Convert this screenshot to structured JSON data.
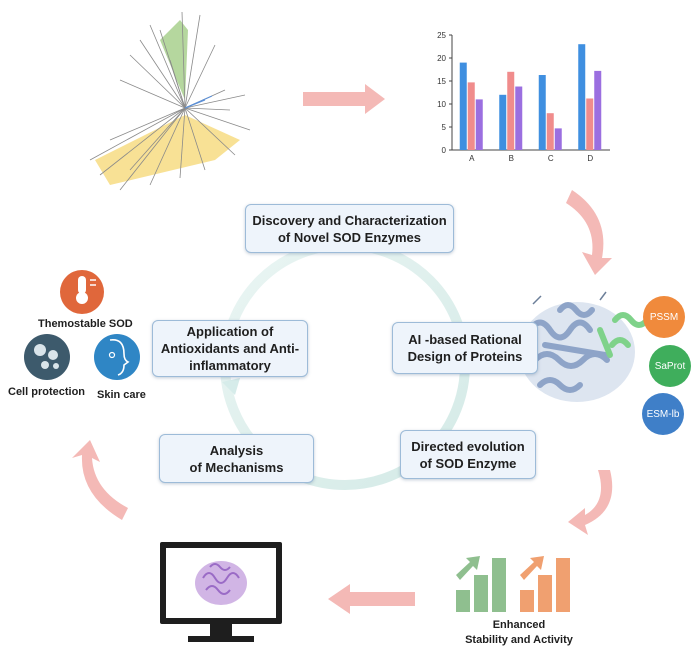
{
  "center_boxes": {
    "discovery": "Discovery and Characterization\nof Novel SOD Enzymes",
    "ai_design": "AI -based Rational\nDesign of Proteins",
    "directed_evolution": "Directed evolution\nof SOD Enzyme",
    "mechanisms": "Analysis\nof Mechanisms",
    "application": "Application of\nAntioxidants and Anti-\ninflammatory"
  },
  "applications": {
    "thermo": "Themostable SOD",
    "cell": "Cell protection",
    "skin": "Skin care"
  },
  "tools": {
    "pssm": "PSSM",
    "saprot": "SaProt",
    "esm": "ESM-lb"
  },
  "result_label": "Enhanced\nStability and Activity",
  "colors": {
    "bar_blue": "#3f8fe0",
    "bar_pink": "#f08c8c",
    "bar_purple": "#9b6fe0",
    "arrow_pink": "#f4b9b6",
    "ring": "#dff0ee",
    "tree_green": "#a8d08d",
    "tree_yellow": "#f6d97a",
    "thermo_orange": "#e0673b",
    "cell_slate": "#3d5a6c",
    "skin_blue": "#2f86c5",
    "pssm_orange": "#f08a3c",
    "saprot_green": "#3fae5c",
    "esm_blue": "#3f7fc8",
    "growth_green": "#8fbf8f",
    "growth_orange": "#f0a070"
  },
  "chart_data": {
    "type": "bar",
    "categories": [
      "A",
      "B",
      "C",
      "D"
    ],
    "series": [
      {
        "values": [
          19,
          12,
          16.3,
          23
        ]
      },
      {
        "values": [
          14.7,
          17,
          8,
          11.2
        ]
      },
      {
        "values": [
          11,
          13.8,
          4.7,
          17.2
        ]
      }
    ],
    "y_ticks": [
      "0",
      "5",
      "10",
      "15",
      "20",
      "25"
    ],
    "ylim": [
      0,
      25
    ],
    "xlabel": "",
    "ylabel": ""
  }
}
